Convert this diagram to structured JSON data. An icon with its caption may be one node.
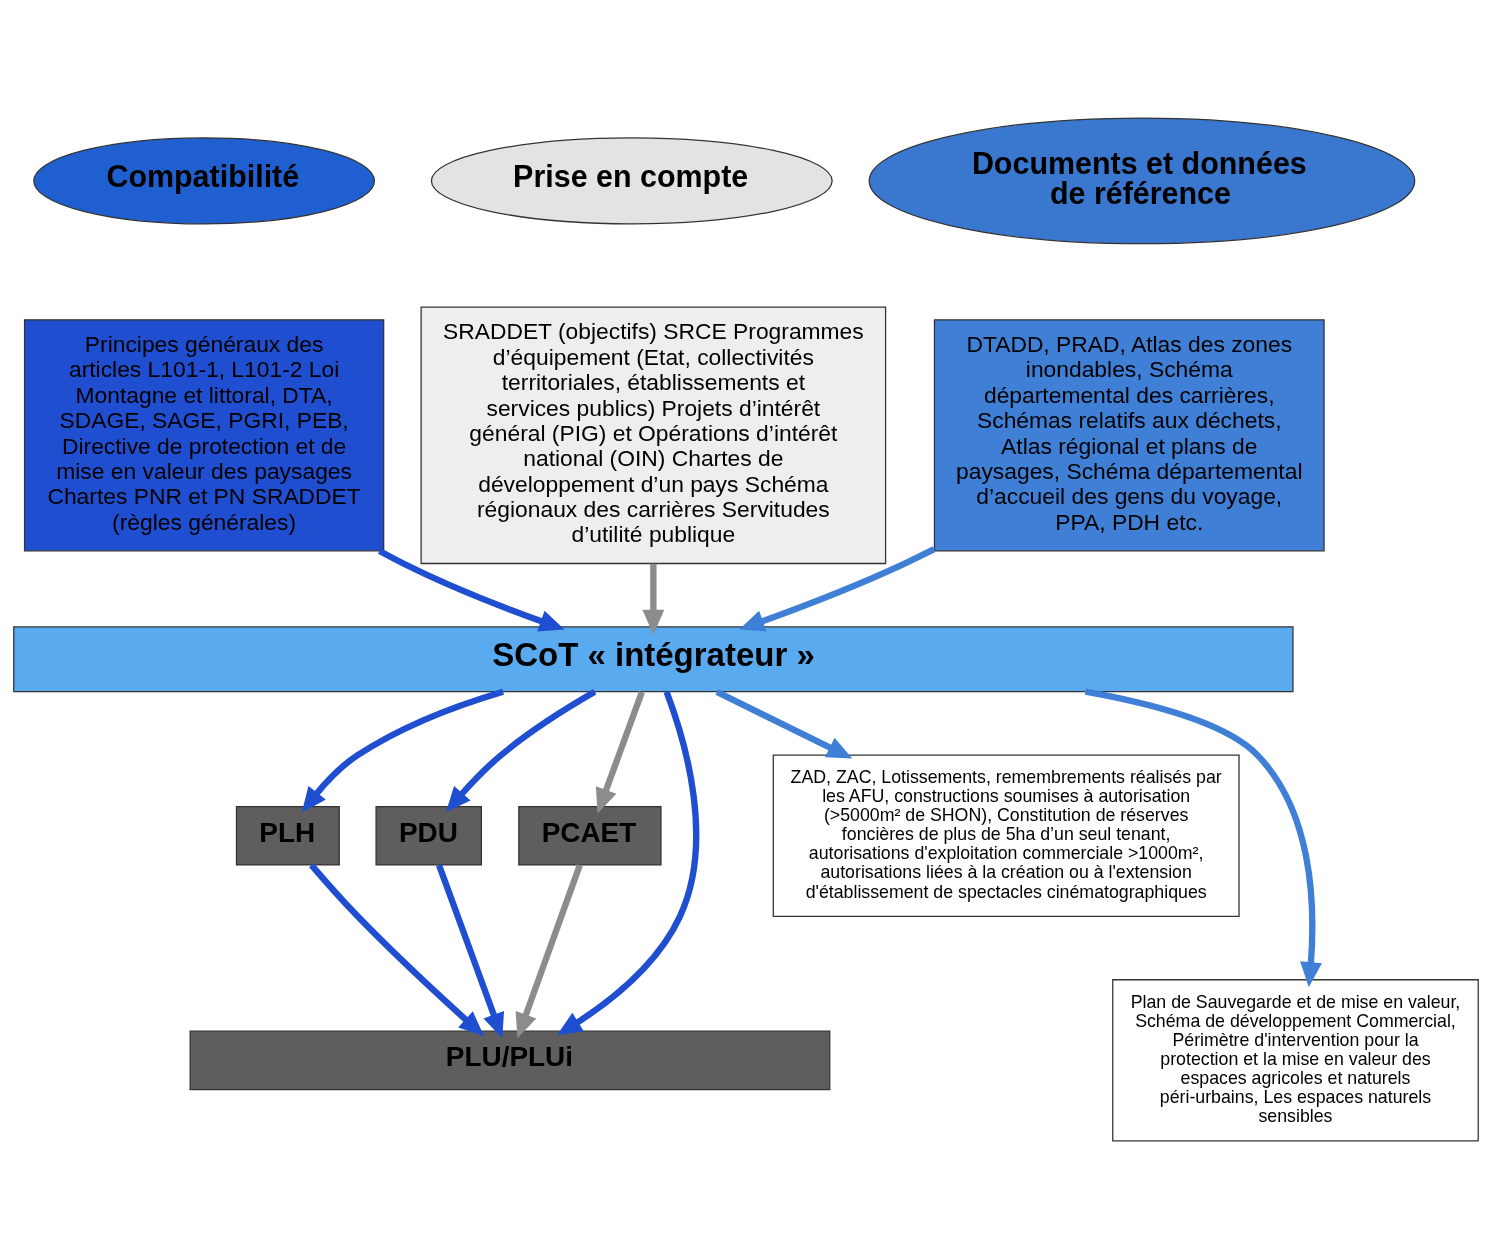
{
  "diagram": {
    "nodes": [
      {
        "text": [
          "Compatibilité"
        ]
      },
      {
        "text": [
          "Prise en compte"
        ]
      },
      {
        "text": [
          "Documents et données de référence"
        ]
      },
      {
        "text": [
          "Principes généraux des articles L101-1, L101-2 Loi Montagne et littoral, DTA, SDAGE, SAGE, PGRI, PEB, Directive de protection et de mise en valeur des paysages Chartes PNR et PN SRADDET (règles générales)"
        ]
      },
      {
        "text": [
          "SRADDET (objectifs) SRCE Programmes d’équipement (Etat, collectivités territoriales, établissements et services publics) Projets d’intérêt général (PIG) et Opérations d’intérêt national (OIN) Chartes de développement d’un pays Schéma régionaux des carrières Servitudes d’utilité publique"
        ]
      },
      {
        "text": [
          "DTADD, PRAD, Atlas des zones inondables, Schéma départemental des carrières, Schémas relatifs aux déchets, Atlas régional et plans de paysages, Schéma départemental d’accueil des gens du voyage, PPA, PDH etc."
        ]
      },
      {
        "text": [
          "SCoT « intégrateur »"
        ]
      },
      {
        "text": [
          "PLH"
        ]
      },
      {
        "text": [
          "PDU"
        ]
      },
      {
        "text": [
          "PCAET"
        ]
      },
      {
        "text": [
          "PLU/PLUi"
        ]
      },
      {
        "text": [
          "ZAD, ZAC, Lotissements, remembrements réalisés par les AFU, constructions soumises à autorisation (>5000m² de SHON), Constitution de réserves foncières de plus de 5ha d’un seul tenant, autorisations d'exploitation commerciale >1000m², autorisations liées à la création ou à l'extension d'établissement de spectacles cinématographiques"
        ]
      },
      {
        "text": [
          "Plan de Sauvegarde et de mise en valeur, Schéma de développement Commercial, Périmètre d'intervention pour la protection et la mise en valeur des espaces agricoles et naturels péri-urbains, Les espaces naturels sensibles"
        ]
      }
    ],
    "edges": [
      {
        "from": 3,
        "to": 6,
        "arrow": "to"
      },
      {
        "from": 4,
        "to": 6,
        "arrow": "to",
        "color": "#8c8c8c"
      },
      {
        "from": 5,
        "to": 6,
        "arrow": "to",
        "color": "#3f7fd6"
      },
      {
        "from": 6,
        "to": 7,
        "arrow": "to"
      },
      {
        "from": 6,
        "to": 8,
        "arrow": "to"
      },
      {
        "from": 6,
        "to": 10,
        "arrow": "to"
      },
      {
        "from": 6,
        "to": 9,
        "arrow": "to",
        "color": "#8c8c8c"
      },
      {
        "from": 6,
        "to": 12,
        "arrow": "to",
        "color": "#3f7fd6"
      },
      {
        "from": 6,
        "to": 11,
        "arrow": "to",
        "color": "#3f7fd6"
      },
      {
        "from": 7,
        "to": 10,
        "arrow": "to"
      },
      {
        "from": 8,
        "to": 10,
        "arrow": "to"
      },
      {
        "from": 9,
        "to": 10,
        "arrow": "to",
        "color": "#8c8c8c"
      }
    ]
  }
}
